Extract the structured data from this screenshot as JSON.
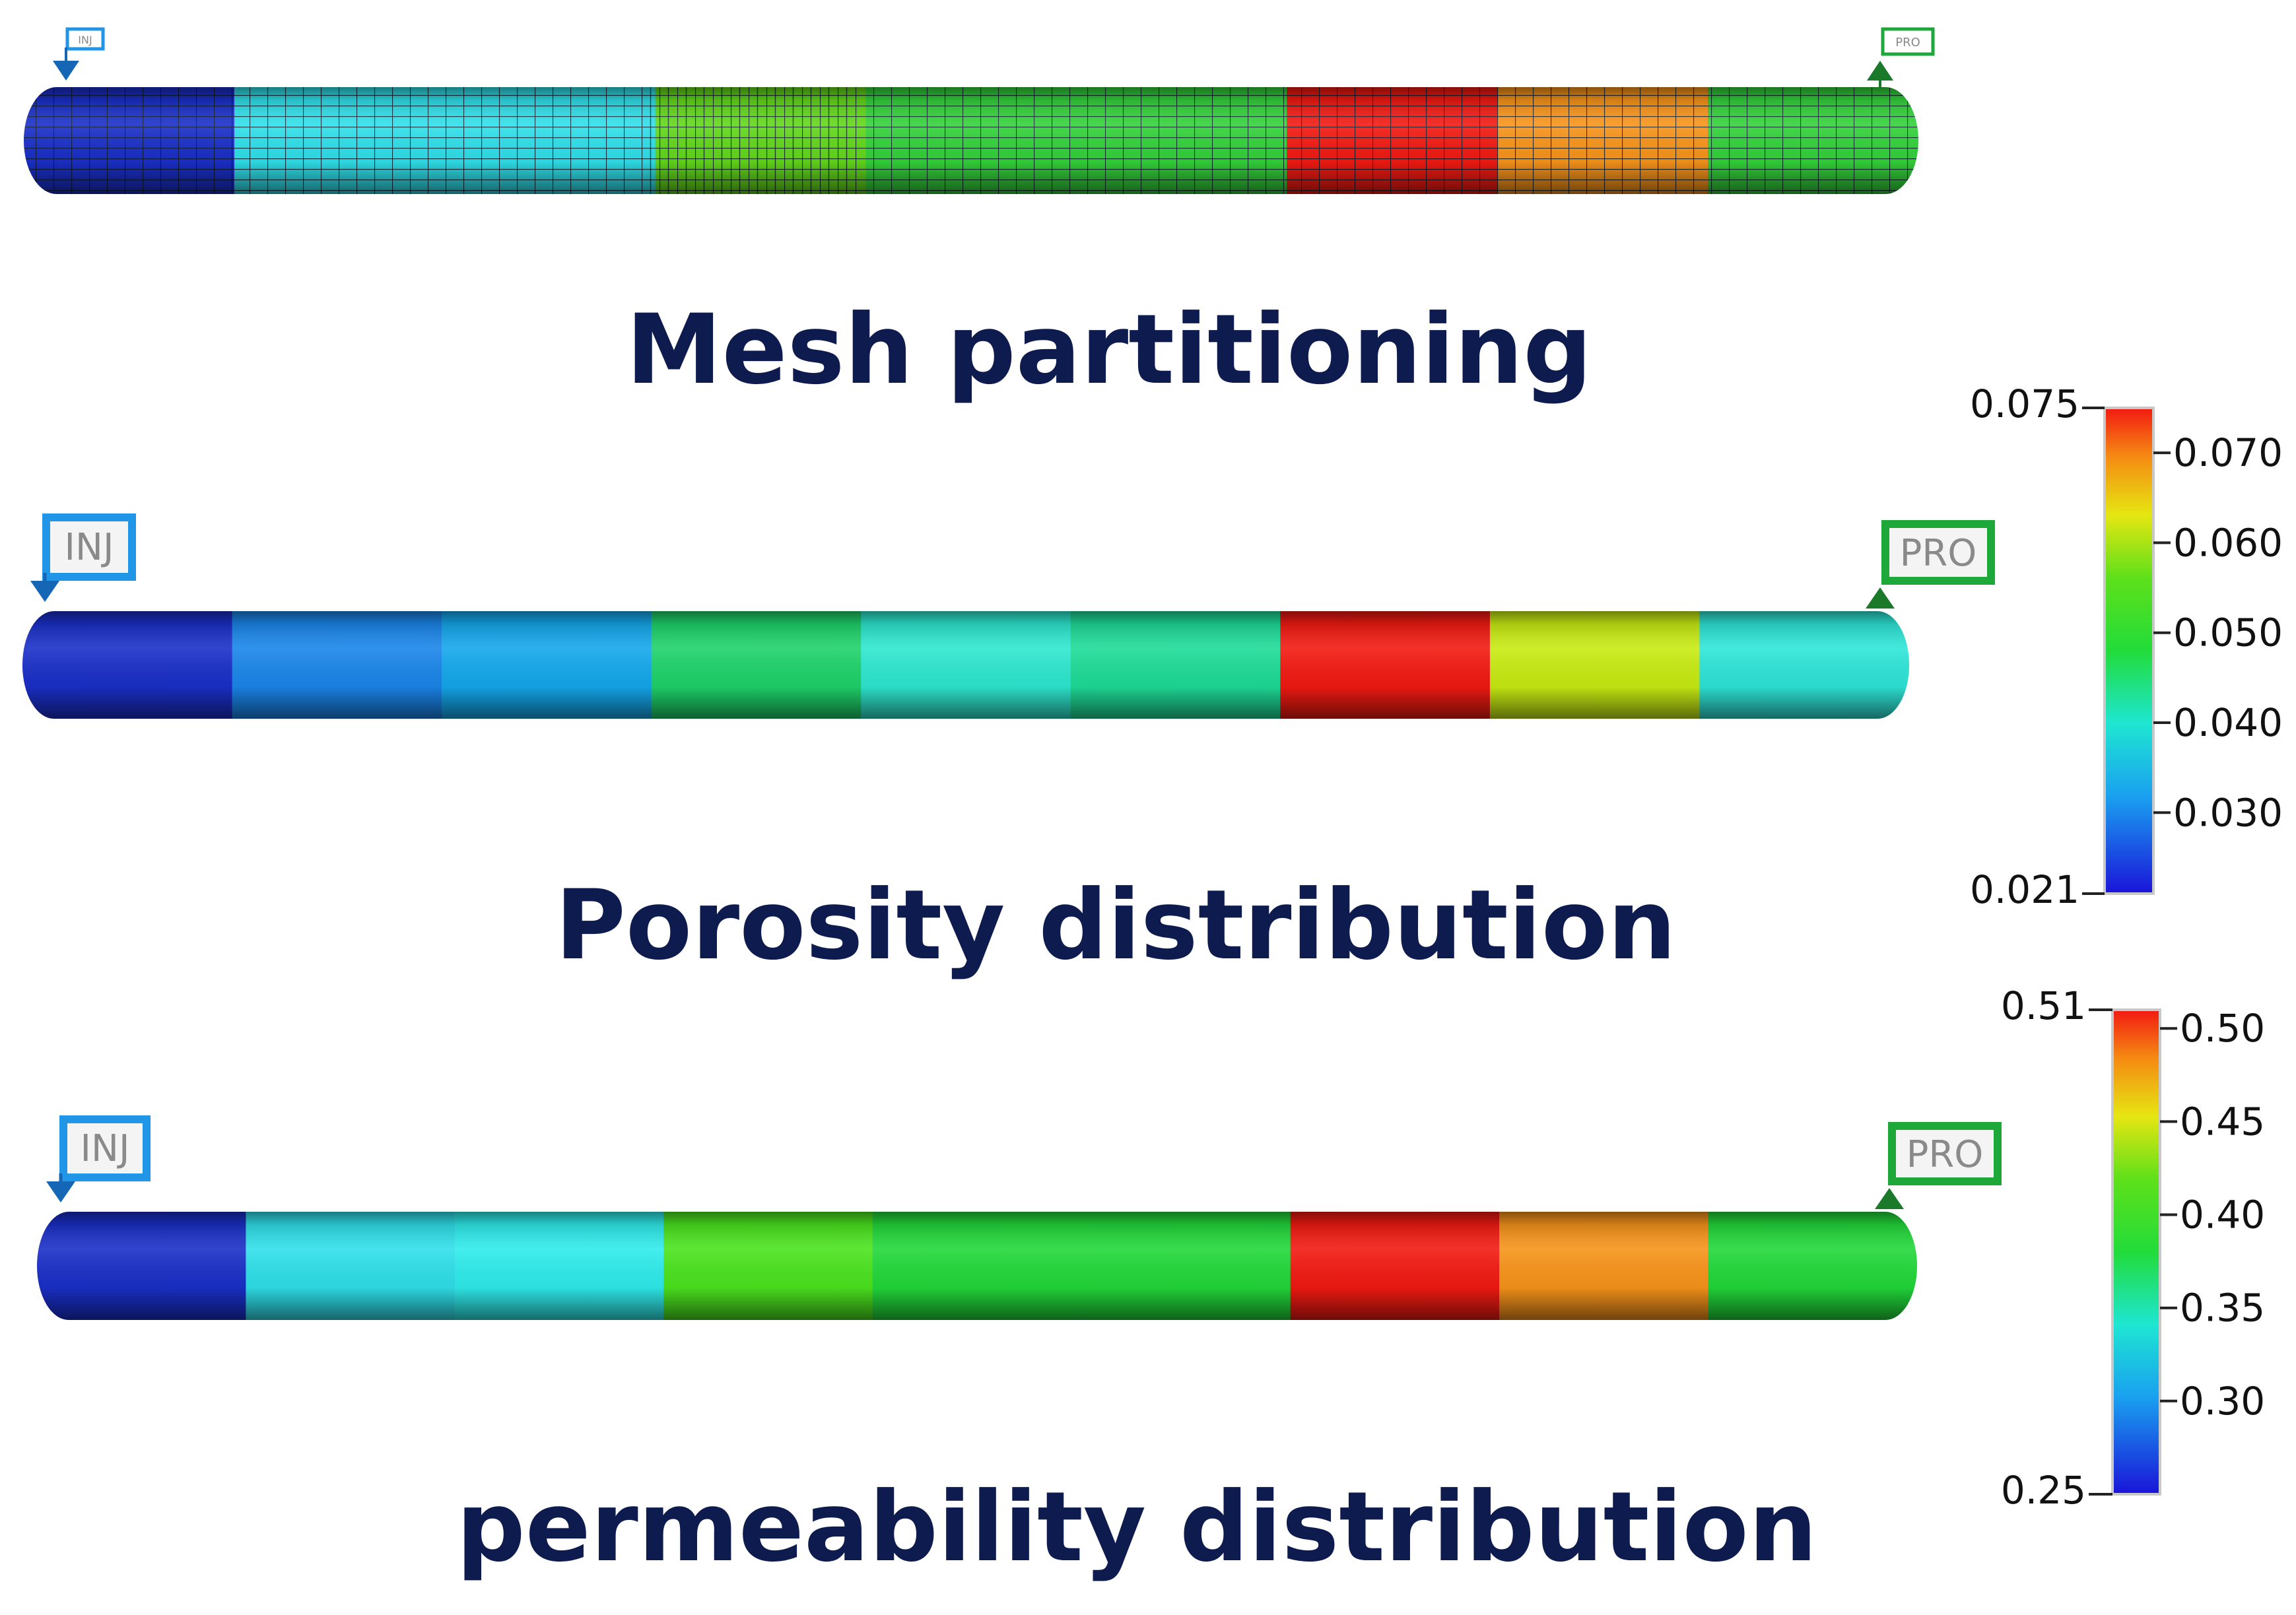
{
  "titles": {
    "mesh": "Mesh partitioning",
    "porosity": "Porosity distribution",
    "permeability": "permeability distribution"
  },
  "well_labels": {
    "injector": "INJ",
    "producer": "PRO"
  },
  "colors": {
    "title": "#0d1b4f",
    "injector_tag": "#2196e6",
    "producer_tag": "#1ea83a"
  },
  "segments": {
    "mesh": [
      "#1a2fc8",
      "#2fe0ea",
      "#2fe0ea",
      "#62d81a",
      "#33d23a",
      "#33d23a",
      "#f21a12",
      "#f7941a",
      "#33d23a"
    ],
    "porosity": [
      "#1a2fc8",
      "#1a86ea",
      "#14a8ec",
      "#1ed36a",
      "#2ee8d0",
      "#1edc98",
      "#f21a12",
      "#c8ec12",
      "#2ee6d8"
    ],
    "permeability": [
      "#1a2fc8",
      "#2fe0ea",
      "#2fecec",
      "#4be41e",
      "#22d83a",
      "#22d83a",
      "#f21a12",
      "#f7941a",
      "#22d83a"
    ]
  },
  "colorbars": [
    {
      "name": "porosity",
      "min_label": "0.021",
      "max_label": "0.075",
      "min": 0.021,
      "max": 0.075,
      "ticks": [
        {
          "value": 0.07,
          "label": "0.070"
        },
        {
          "value": 0.06,
          "label": "0.060"
        },
        {
          "value": 0.05,
          "label": "0.050"
        },
        {
          "value": 0.04,
          "label": "0.040"
        },
        {
          "value": 0.03,
          "label": "0.030"
        }
      ]
    },
    {
      "name": "permeability",
      "min_label": "0.25",
      "max_label": "0.51",
      "min": 0.25,
      "max": 0.51,
      "ticks": [
        {
          "value": 0.5,
          "label": "0.50"
        },
        {
          "value": 0.45,
          "label": "0.45"
        },
        {
          "value": 0.4,
          "label": "0.40"
        },
        {
          "value": 0.35,
          "label": "0.35"
        },
        {
          "value": 0.3,
          "label": "0.30"
        }
      ]
    }
  ]
}
